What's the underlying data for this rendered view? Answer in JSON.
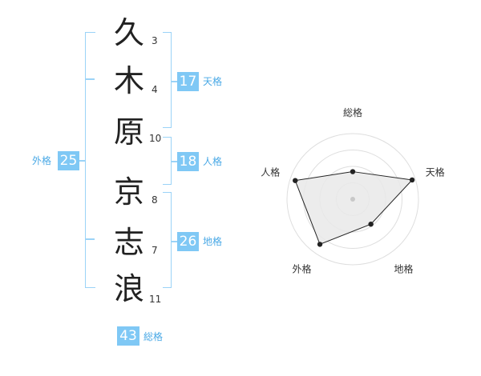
{
  "name": {
    "characters": [
      {
        "char": "久",
        "strokes": "3"
      },
      {
        "char": "木",
        "strokes": "4"
      },
      {
        "char": "原",
        "strokes": "10"
      },
      {
        "char": "京",
        "strokes": "8"
      },
      {
        "char": "志",
        "strokes": "7"
      },
      {
        "char": "浪",
        "strokes": "11"
      }
    ]
  },
  "grids": {
    "tenkaku": {
      "label": "天格",
      "value": "17"
    },
    "jinkaku": {
      "label": "人格",
      "value": "18"
    },
    "chikaku": {
      "label": "地格",
      "value": "26"
    },
    "gaikaku": {
      "label": "外格",
      "value": "25"
    },
    "soukaku": {
      "label": "総格",
      "value": "43"
    }
  },
  "chart_data": {
    "type": "radar",
    "axes": [
      "総格",
      "天格",
      "地格",
      "外格",
      "人格"
    ],
    "values": [
      0.42,
      0.95,
      0.47,
      0.85,
      0.92
    ],
    "range": [
      0,
      1
    ],
    "rings": 4
  },
  "colors": {
    "accent": "#7fc8f5",
    "bracket": "#9bd3f7",
    "label": "#4aa9e6"
  }
}
